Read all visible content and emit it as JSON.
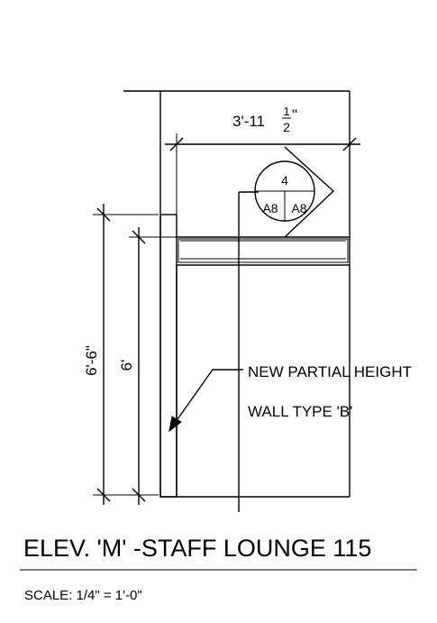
{
  "drawing": {
    "title": "ELEV. 'M' -STAFF LOUNGE 115",
    "scale": "SCALE: 1/4\" = 1'-0\"",
    "note": {
      "line1": "NEW  PARTIAL HEIGHT",
      "line2": "WALL TYPE 'B'"
    },
    "dimensions": {
      "width_main": "3'-11",
      "width_frac_num": "1",
      "width_frac_den": "2",
      "width_closing": "\"",
      "height_outer": "6'-6\"",
      "height_inner": "6'"
    },
    "section_marker": {
      "number": "4",
      "sheet_left": "A8",
      "sheet_right": "A8"
    }
  }
}
